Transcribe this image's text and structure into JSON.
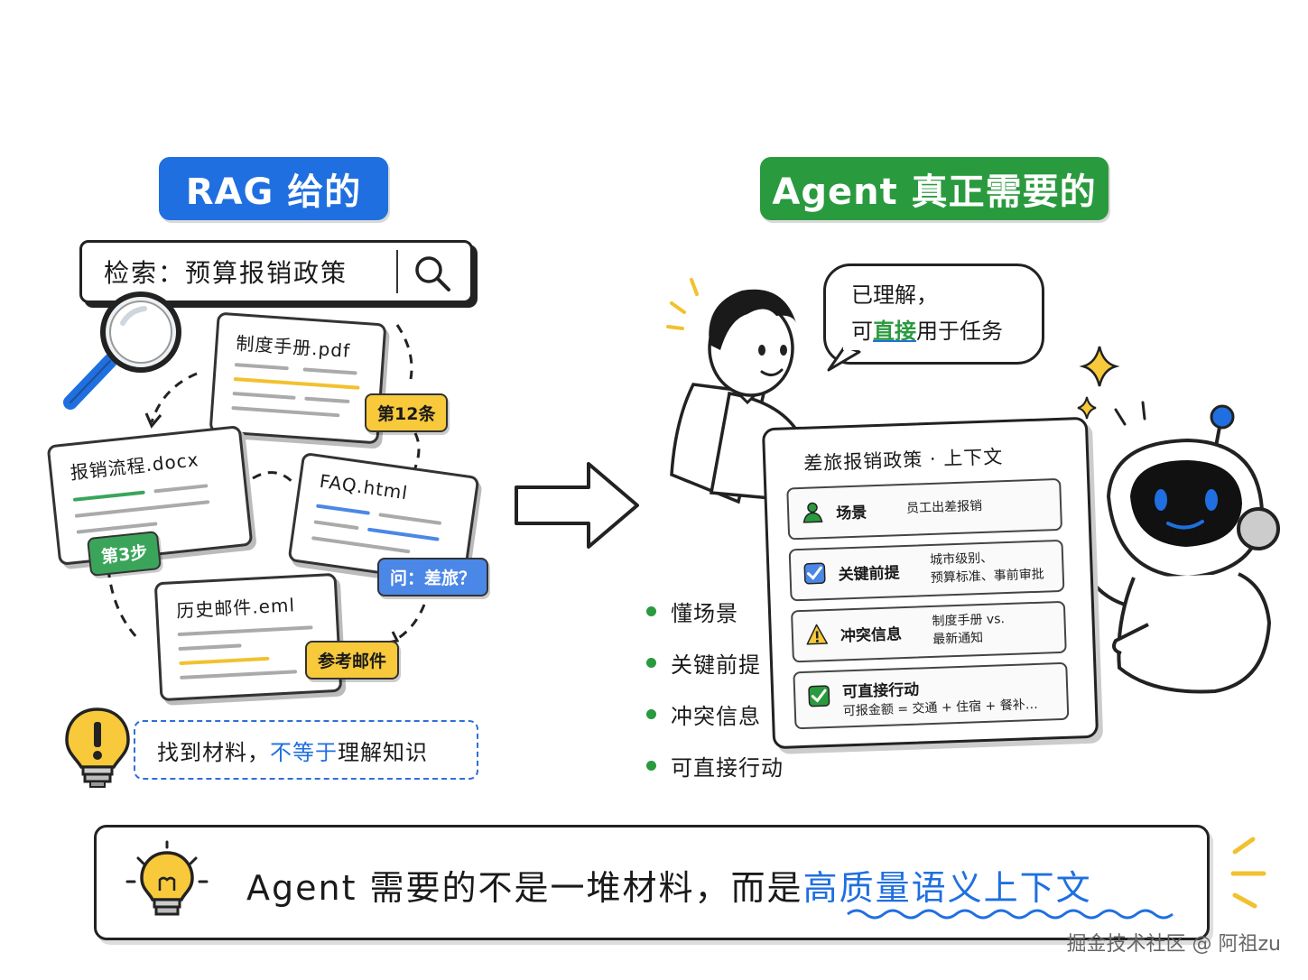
{
  "left": {
    "header": "RAG 给的",
    "search_text": "检索：预算报销政策",
    "docs": [
      {
        "title": "制度手册.pdf",
        "tag": "第12条"
      },
      {
        "title": "报销流程.docx",
        "tag": "第3步"
      },
      {
        "title": "FAQ.html",
        "tag": "问：差旅？"
      },
      {
        "title": "历史邮件.eml",
        "tag": "参考邮件"
      }
    ],
    "callout_prefix": "找到材料，",
    "callout_highlight": "不等于",
    "callout_suffix": "理解知识"
  },
  "right": {
    "header": "Agent 真正需要的",
    "bubble_line1": "已理解，",
    "bubble_line2_prefix": "可",
    "bubble_line2_highlight": "直接",
    "bubble_line2_suffix": "用于任务",
    "board_title": "差旅报销政策 · 上下文",
    "rows": [
      {
        "label": "场景",
        "value1": "员工出差报销",
        "value2": ""
      },
      {
        "label": "关键前提",
        "value1": "城市级别、",
        "value2": "预算标准、事前审批"
      },
      {
        "label": "冲突信息",
        "value1": "制度手册 vs.",
        "value2": "最新通知"
      },
      {
        "label": "可直接行动",
        "value1": "可报金额 = 交通 + 住宿 + 餐补…",
        "value2": ""
      }
    ],
    "bullets": [
      "懂场景",
      "关键前提",
      "冲突信息",
      "可直接行动"
    ]
  },
  "banner": {
    "prefix": "Agent 需要的不是一堆材料，而是",
    "highlight": "高质量语义上下文"
  },
  "watermark": "掘金技术社区 @ 阿祖zu",
  "colors": {
    "blue": "#1f6fe0",
    "green": "#2a9a3e",
    "yellow": "#f7c93b"
  }
}
